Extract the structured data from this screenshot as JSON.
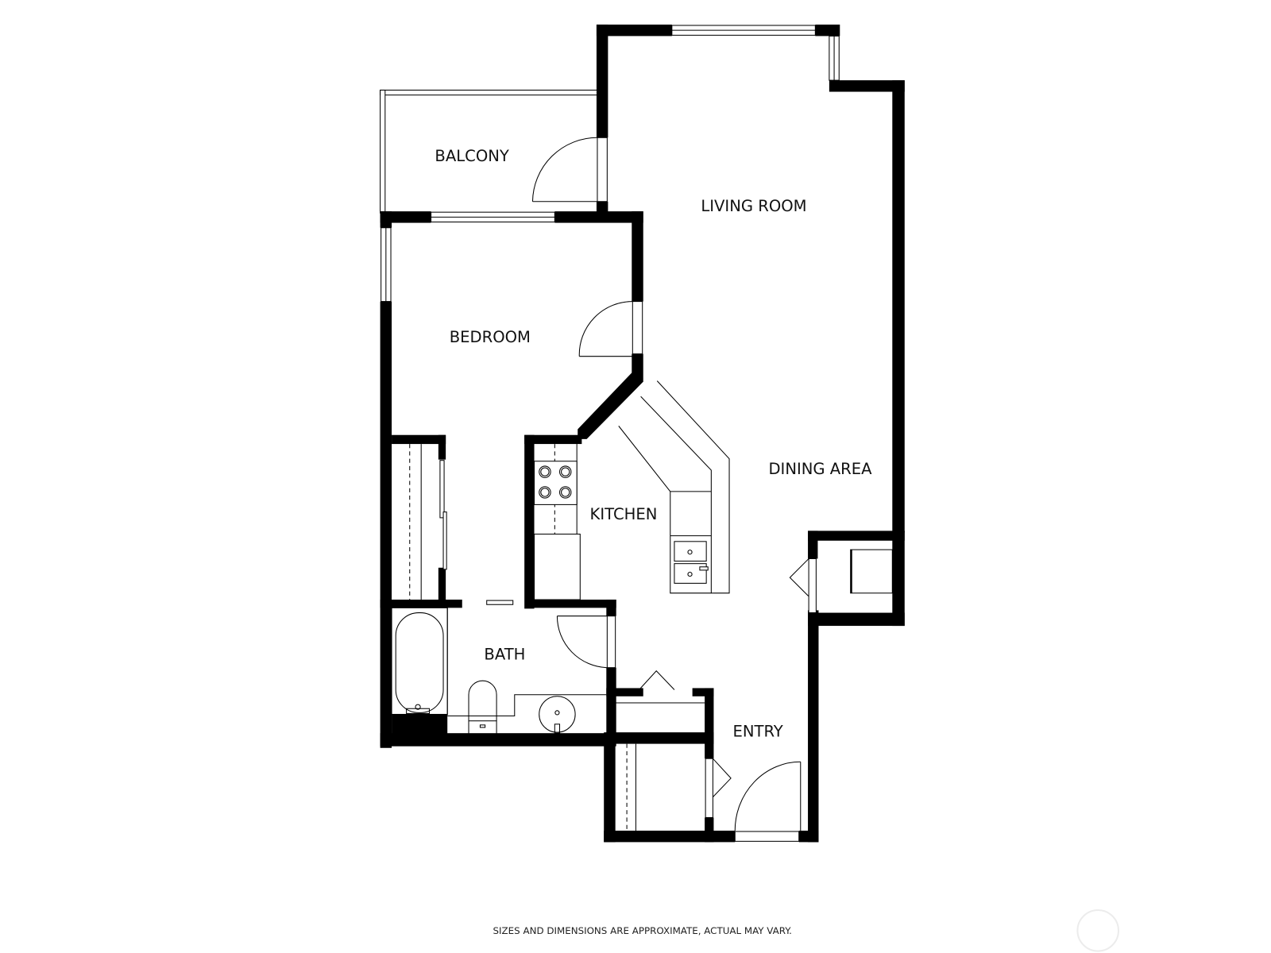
{
  "plan": {
    "rooms": [
      {
        "id": "balcony",
        "label": "BALCONY"
      },
      {
        "id": "living_room",
        "label": "LIVING ROOM"
      },
      {
        "id": "bedroom",
        "label": "BEDROOM"
      },
      {
        "id": "kitchen",
        "label": "KITCHEN"
      },
      {
        "id": "dining_area",
        "label": "DINING AREA"
      },
      {
        "id": "bath",
        "label": "BATH"
      },
      {
        "id": "entry",
        "label": "ENTRY"
      }
    ]
  },
  "footer": {
    "disclaimer": "SIZES AND DIMENSIONS ARE APPROXIMATE, ACTUAL MAY VARY."
  },
  "colors": {
    "wall": "#000000",
    "background": "#ffffff",
    "text": "#111111",
    "watermark": "#ececec"
  }
}
